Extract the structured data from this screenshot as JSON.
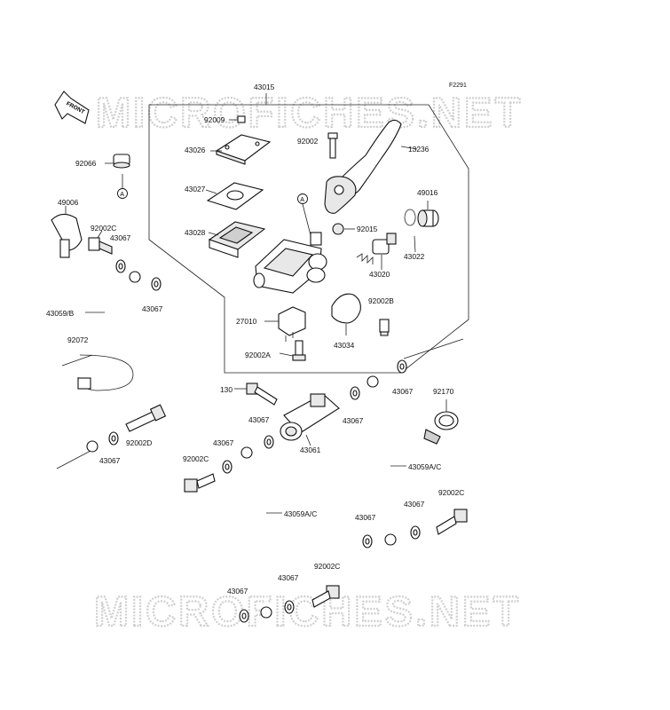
{
  "figure_code": "F2291",
  "front_badge": "FRONT",
  "watermark": "MICROFICHES.NET",
  "ref_marker": "A",
  "labels": {
    "p43015": "43015",
    "p92009": "92009",
    "p92002_a": "92002",
    "p13236": "13236",
    "p43026": "43026",
    "p43027": "43027",
    "p43028": "43028",
    "p49016": "49016",
    "p92015": "92015",
    "p43022": "43022",
    "p43020": "43020",
    "p92002B": "92002B",
    "p27010": "27010",
    "p43034": "43034",
    "p92002A": "92002A",
    "p92066": "92066",
    "p49006": "49006",
    "p92002C_a": "92002C",
    "p43067_a": "43067",
    "p43067_b": "43067",
    "p43059B": "43059/B",
    "p92072": "92072",
    "p130": "130",
    "p43067_c": "43067",
    "p43067_d": "43067",
    "p43067_e": "43067",
    "p43061": "43061",
    "p92170": "92170",
    "p92002D": "92002D",
    "p43067_f": "43067",
    "p43067_g": "43067",
    "p92002C_b": "92002C",
    "p43059AC_a": "43059A/C",
    "p43059AC_b": "43059A/C",
    "p92002C_c": "92002C",
    "p43067_h": "43067",
    "p43067_i": "43067",
    "p92002C_d": "92002C",
    "p43067_j": "43067",
    "p43067_k": "43067"
  }
}
